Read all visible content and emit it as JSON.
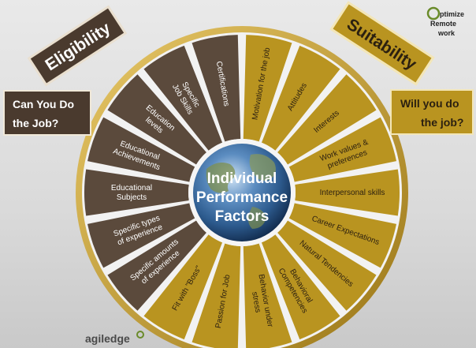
{
  "center": {
    "line1": "Individual",
    "line2": "Performance",
    "line3": "Factors"
  },
  "eligibility": {
    "title": "Eligibility",
    "question_line1": "Can You Do",
    "question_line2": "the Job?"
  },
  "suitability": {
    "title": "Suitability",
    "question_line1": "Will you do",
    "question_line2": "the job?"
  },
  "logo": {
    "line1": "ptimize",
    "line2": "Remote",
    "line3": "work"
  },
  "brand": {
    "name": "agiledge"
  },
  "colors": {
    "brown": "#5b4a3c",
    "gold": "#b99420",
    "gold_light": "#c9a42a",
    "gap": "#f2f2f2"
  },
  "left_segments": [
    {
      "lines": [
        "Certifications"
      ]
    },
    {
      "lines": [
        "Specific",
        "Job Skills"
      ]
    },
    {
      "lines": [
        "Education",
        "levels"
      ]
    },
    {
      "lines": [
        "Educational",
        "Achievements"
      ]
    },
    {
      "lines": [
        "Educational",
        "Subjects"
      ]
    },
    {
      "lines": [
        "Specific types",
        "of experience"
      ]
    },
    {
      "lines": [
        "Specific amounts",
        "of experience"
      ]
    }
  ],
  "right_segments": [
    {
      "lines": [
        "Motivation for the job"
      ]
    },
    {
      "lines": [
        "Attitudes"
      ]
    },
    {
      "lines": [
        "Interests"
      ]
    },
    {
      "lines": [
        "Work values &",
        "preferences"
      ]
    },
    {
      "lines": [
        "Interpersonal skills"
      ]
    },
    {
      "lines": [
        "Career Expectations"
      ]
    },
    {
      "lines": [
        "Natural Tendencies"
      ]
    },
    {
      "lines": [
        "Behavioral",
        "Competencies"
      ]
    },
    {
      "lines": [
        "Behavior under",
        "stress"
      ]
    },
    {
      "lines": [
        "Passion for Job"
      ]
    },
    {
      "lines": [
        "Fit with \"Boss\""
      ]
    }
  ]
}
